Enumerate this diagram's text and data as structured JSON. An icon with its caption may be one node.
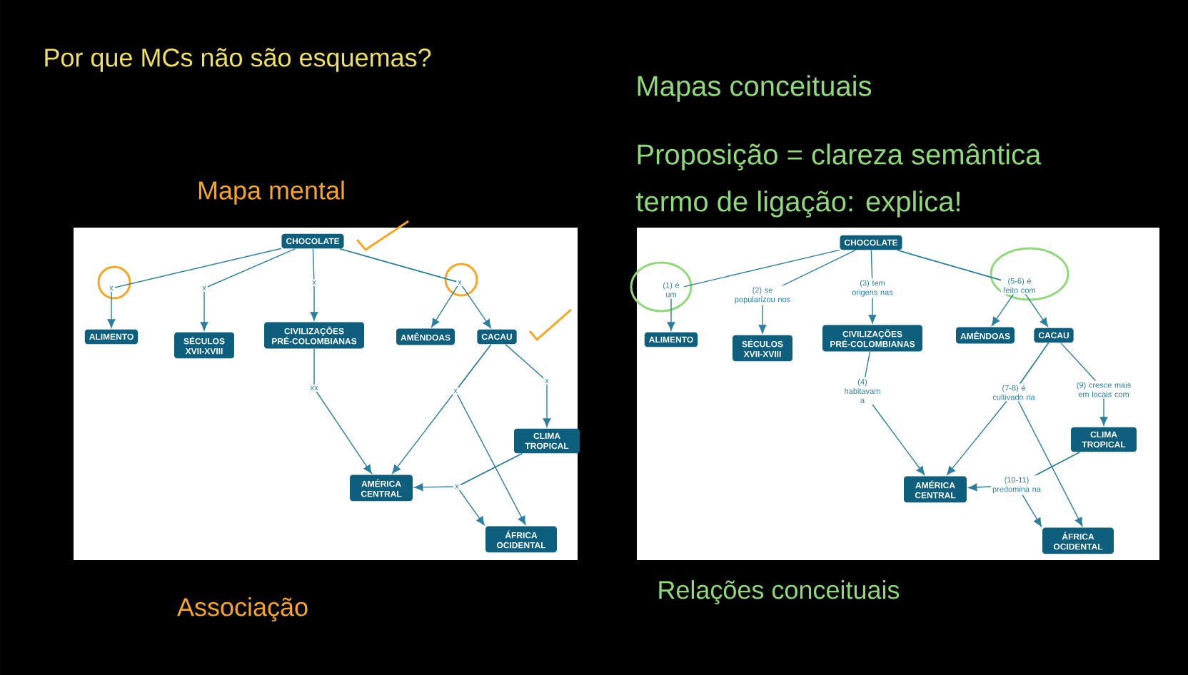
{
  "diagram": {
    "title": "Por que MCs não são esquemas?",
    "nodes": [
      {
        "text": [],
        "shape": "box"
      },
      {
        "text": [
          "CHOCOLATE"
        ],
        "in": 0
      },
      {
        "text": [
          "ALIMENTO"
        ],
        "in": 0
      },
      {
        "text": [
          "SÉCULOS XVII-XVIII"
        ],
        "in": 0
      },
      {
        "text": [
          "CIVILIZAÇÕES PRÉ-COLOMBIANAS"
        ],
        "in": 0
      },
      {
        "text": [
          "AMÊNDOAS"
        ],
        "in": 0
      },
      {
        "text": [
          "CACAU"
        ],
        "in": 0
      },
      {
        "text": [
          "CLIMA TROPICAL"
        ],
        "in": 0
      },
      {
        "text": [
          "AMÉRICA CENTRAL"
        ],
        "in": 0
      },
      {
        "text": [
          "ÁFRICA OCIDENTAL"
        ],
        "in": 0
      },
      {
        "text": [],
        "shape": "box"
      },
      {
        "text": [
          "CHOCOLATE"
        ],
        "in": 10
      },
      {
        "text": [
          "ALIMENTO"
        ],
        "in": 10
      },
      {
        "text": [
          "SÉCULOS XVII-XVIII"
        ],
        "in": 10
      },
      {
        "text": [
          "CIVILIZAÇÕES PRÉ-COLOMBIANAS"
        ],
        "in": 10
      },
      {
        "text": [
          "AMÊNDOAS"
        ],
        "in": 10
      },
      {
        "text": [
          "CACAU"
        ],
        "in": 10
      },
      {
        "text": [
          "CLIMA TROPICAL"
        ],
        "in": 10
      },
      {
        "text": [
          "AMÉRICA CENTRAL"
        ],
        "in": 10
      },
      {
        "text": [
          "ÁFRICA OCIDENTAL"
        ],
        "in": 10
      }
    ],
    "edges": [
      {
        "from": 1,
        "to": 2,
        "arrow": "to",
        "label": "x"
      },
      {
        "from": 1,
        "to": 3,
        "arrow": "to",
        "label": "x"
      },
      {
        "from": 1,
        "to": 4,
        "arrow": "to",
        "label": "x"
      },
      {
        "from": 1,
        "to": 5,
        "arrow": "to",
        "label": "x"
      },
      {
        "from": 1,
        "to": 6,
        "arrow": "to"
      },
      {
        "from": 4,
        "to": 8,
        "arrow": "to",
        "label": "xx"
      },
      {
        "from": 6,
        "to": 8,
        "arrow": "to",
        "label": "x"
      },
      {
        "from": 6,
        "to": 9,
        "arrow": "to"
      },
      {
        "from": 6,
        "to": 7,
        "arrow": "to",
        "label": "x"
      },
      {
        "from": 7,
        "to": 8,
        "arrow": "to",
        "label": "x"
      },
      {
        "from": 7,
        "to": 9,
        "arrow": "to"
      },
      {
        "from": 11,
        "to": 12,
        "arrow": "to",
        "label": "(1) é um"
      },
      {
        "from": 11,
        "to": 13,
        "arrow": "to",
        "label": "(2) se popularizou nos"
      },
      {
        "from": 11,
        "to": 14,
        "arrow": "to",
        "label": "(3) tem origens nas"
      },
      {
        "from": 11,
        "to": 15,
        "arrow": "to",
        "label": "(5-6) é feito com"
      },
      {
        "from": 11,
        "to": 16,
        "arrow": "to"
      },
      {
        "from": 14,
        "to": 18,
        "arrow": "to",
        "label": "(4) habitavam a"
      },
      {
        "from": 16,
        "to": 18,
        "arrow": "to",
        "label": "(7-8) é cultivado na"
      },
      {
        "from": 16,
        "to": 19,
        "arrow": "to"
      },
      {
        "from": 16,
        "to": 17,
        "arrow": "to",
        "label": "(9) cresce mais em locais com"
      },
      {
        "from": 17,
        "to": 18,
        "arrow": "to",
        "label": "(10-11) predomina na"
      },
      {
        "from": 17,
        "to": 19,
        "arrow": "to"
      }
    ],
    "labels": [
      "Mapas conceituais",
      "Proposição = clareza semântica",
      "termo de ligação: explica!",
      "Mapa mental",
      "Associação",
      "Relações conceituais"
    ]
  }
}
